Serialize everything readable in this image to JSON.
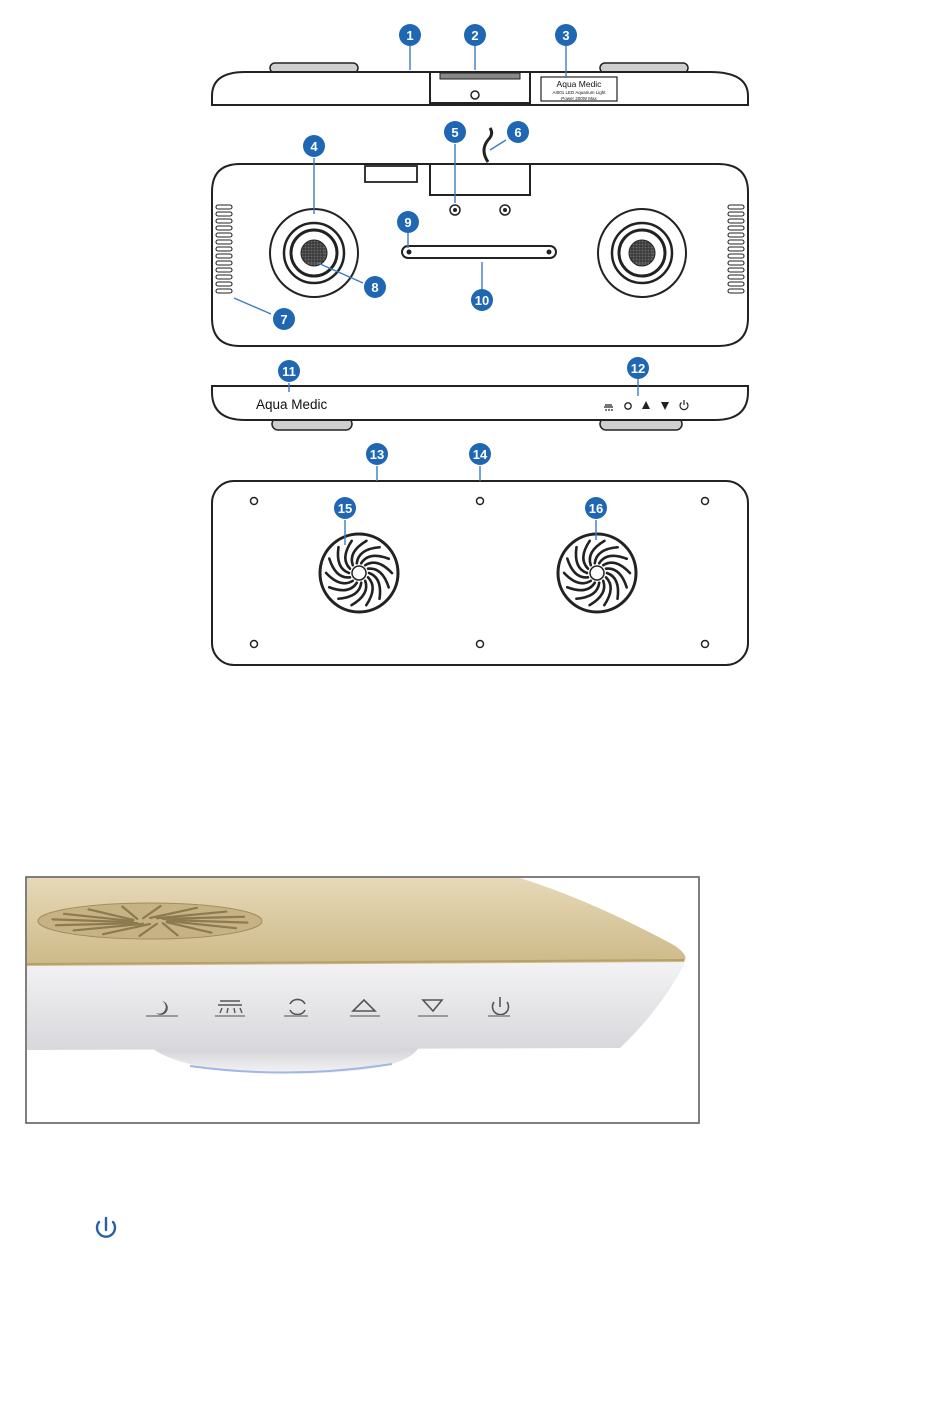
{
  "label_plate": {
    "brand": "Aqua Medic",
    "model": "AI001 LED Aquarium Light",
    "power": "Power 200W Max"
  },
  "front_brand": "Aqua Medic",
  "callouts": [
    "1",
    "2",
    "3",
    "4",
    "5",
    "6",
    "7",
    "8",
    "9",
    "10",
    "11",
    "12",
    "13",
    "14",
    "15",
    "16"
  ],
  "photo_button_icons": [
    "moon-icon",
    "sunrise-icon",
    "cycle-icon",
    "up-triangle-icon",
    "down-triangle-icon",
    "power-icon"
  ],
  "colors": {
    "callout": "#1f66b3",
    "photo_top": "#d9c8a2",
    "photo_body": "#e9e9ec",
    "icon_blue": "#2b5ea8"
  }
}
